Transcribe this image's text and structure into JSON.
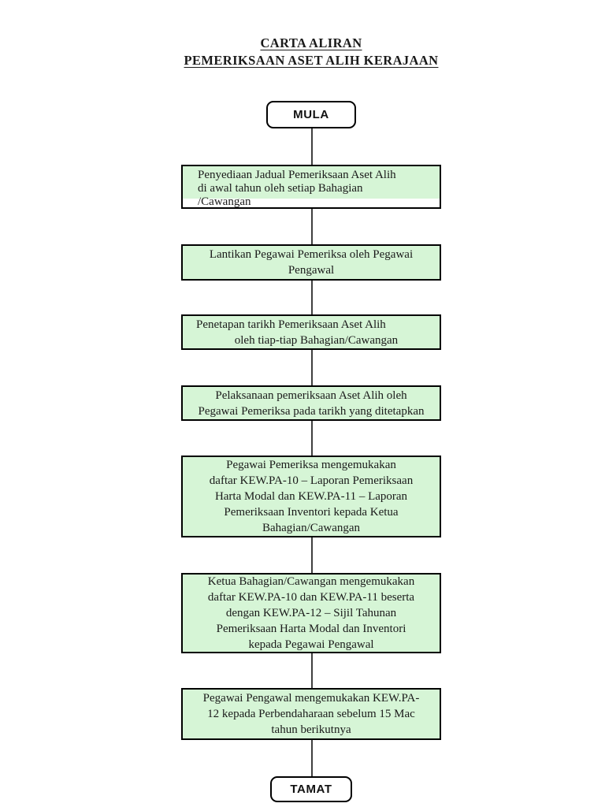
{
  "title": {
    "line1": "CARTA ALIRAN",
    "line2": "PEMERIKSAAN ASET ALIH KERAJAAN"
  },
  "terminals": {
    "start": "MULA",
    "end": "TAMAT"
  },
  "steps": [
    {
      "text": "Penyediaan Jadual Pemeriksaan Aset Alih\ndi awal tahun oleh setiap Bahagian\n/Cawangan"
    },
    {
      "text": "Lantikan Pegawai Pemeriksa oleh Pegawai\nPengawal"
    },
    {
      "text": "Penetapan tarikh Pemeriksaan Aset Alih\n             oleh tiap-tiap Bahagian/Cawangan"
    },
    {
      "text": "Pelaksanaan pemeriksaan Aset Alih oleh\nPegawai Pemeriksa pada tarikh yang ditetapkan"
    },
    {
      "text": "Pegawai Pemeriksa mengemukakan\ndaftar KEW.PA-10 – Laporan Pemeriksaan\nHarta Modal dan KEW.PA-11 – Laporan\nPemeriksaan Inventori kepada Ketua\nBahagian/Cawangan"
    },
    {
      "text": "Ketua Bahagian/Cawangan mengemukakan\ndaftar KEW.PA-10 dan KEW.PA-11 beserta\ndengan KEW.PA-12 – Sijil Tahunan\nPemeriksaan Harta Modal dan Inventori\nkepada Pegawai Pengawal"
    },
    {
      "text": "Pegawai Pengawal mengemukakan KEW.PA-\n12 kepada Perbendaharaan sebelum 15 Mac\ntahun berikutnya"
    }
  ],
  "colors": {
    "step_fill": "#d6f5d6",
    "step_border": "#000000",
    "connector": "#404040",
    "terminal_fill": "#ffffff",
    "page_background": "#ffffff"
  }
}
